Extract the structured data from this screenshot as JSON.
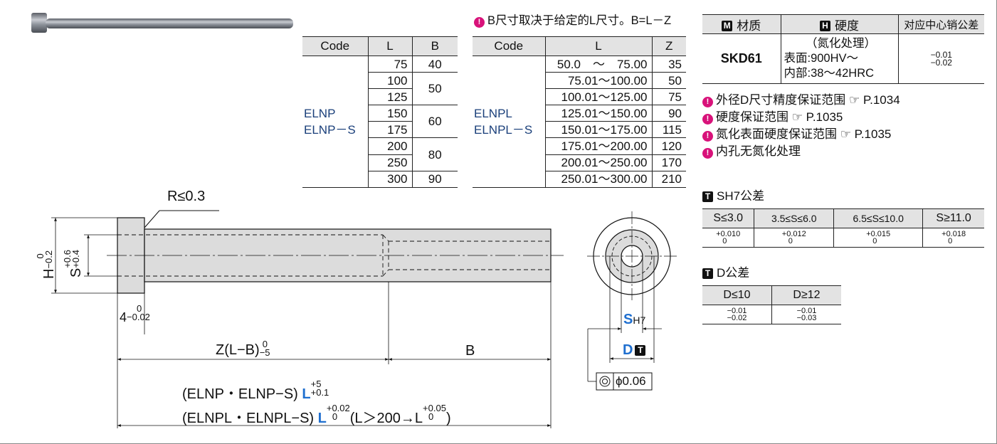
{
  "table1": {
    "headers": [
      "Code",
      "L",
      "B"
    ],
    "codes": [
      "ELNP",
      "ELNP－S"
    ],
    "L": [
      "75",
      "100",
      "125",
      "150",
      "175",
      "200",
      "250",
      "300"
    ],
    "B": [
      "40",
      "50",
      "60",
      "80",
      "90"
    ]
  },
  "table2": {
    "note": "B尺寸取决于给定的L尺寸。B=L－Z",
    "headers": [
      "Code",
      "L",
      "Z"
    ],
    "codes": [
      "ELNPL",
      "ELNPL－S"
    ],
    "L": [
      "50.0　～　75.00",
      "75.01～100.00",
      "100.01～125.00",
      "125.01～150.00",
      "150.01～175.00",
      "175.01～200.00",
      "200.01～250.00",
      "250.01～300.00"
    ],
    "Z": [
      "35",
      "50",
      "75",
      "90",
      "115",
      "120",
      "170",
      "210"
    ]
  },
  "material": {
    "headers": {
      "m_icon": "M",
      "material": "材质",
      "h_icon": "H",
      "hardness": "硬度",
      "tolerance": "对应中心销公差"
    },
    "row": {
      "material": "SKD61",
      "hardness_1": "（氮化处理）",
      "hardness_2": "表面:900HV～",
      "hardness_3": "内部:38～42HRC",
      "tol_upper": "−0.01",
      "tol_lower": "−0.02"
    }
  },
  "notes": [
    "外径D尺寸精度保证范围 ☞ P.1034",
    "硬度保证范围 ☞ P.1035",
    "氮化表面硬度保证范围 ☞ P.1035",
    "内孔无氮化处理"
  ],
  "s_tolerance": {
    "icon": "T",
    "title": "SH7公差",
    "headers": [
      "S≤3.0",
      "3.5≤S≤6.0",
      "6.5≤S≤10.0",
      "S≥11.0"
    ],
    "upper": [
      "+0.010",
      "+0.012",
      "+0.015",
      "+0.018"
    ],
    "lower": [
      "0",
      "0",
      "0",
      "0"
    ]
  },
  "d_tolerance": {
    "icon": "T",
    "title": "D公差",
    "headers": [
      "D≤10",
      "D≥12"
    ],
    "upper": [
      "−0.01",
      "−0.01"
    ],
    "lower": [
      "−0.02",
      "−0.03"
    ]
  },
  "drawing": {
    "radius": "R≤0.3",
    "h_label": "H",
    "h_tol_upper": "0",
    "h_tol_lower": "−0.2",
    "s_label": "S",
    "s_tol_upper": "+0.6",
    "s_tol_lower": "+0.4",
    "head_label": "4",
    "head_tol_upper": "0",
    "head_tol_lower": "−0.02",
    "z_label": "Z(L−B)",
    "z_tol_upper": "0",
    "z_tol_lower": "−5",
    "b_label": "B",
    "l_line1_prefix": "(ELNP・ELNP−S)",
    "l_line1_L": "L",
    "l_line1_tol_upper": "+5",
    "l_line1_tol_lower": "+0.1",
    "l_line2_prefix": "(ELNPL・ELNPL−S)",
    "l_line2_L": "L",
    "l_line2_tol_upper": "+0.02",
    "l_line2_tol_lower": "0",
    "l_line2_cond": "(L＞200→L",
    "l_line2_cond_upper": "+0.05",
    "l_line2_cond_lower": "0",
    "l_line2_close": ")",
    "sh7_S": "S",
    "sh7_sub": "H7",
    "d_label": "D",
    "d_icon": "T",
    "concentricity": "ϕ0.06"
  },
  "colors": {
    "accent_blue": "#1f6fcf",
    "code_blue": "#1a3f7a",
    "bulb_pink": "#d8127a",
    "header_gray": "#e3e3e3"
  }
}
